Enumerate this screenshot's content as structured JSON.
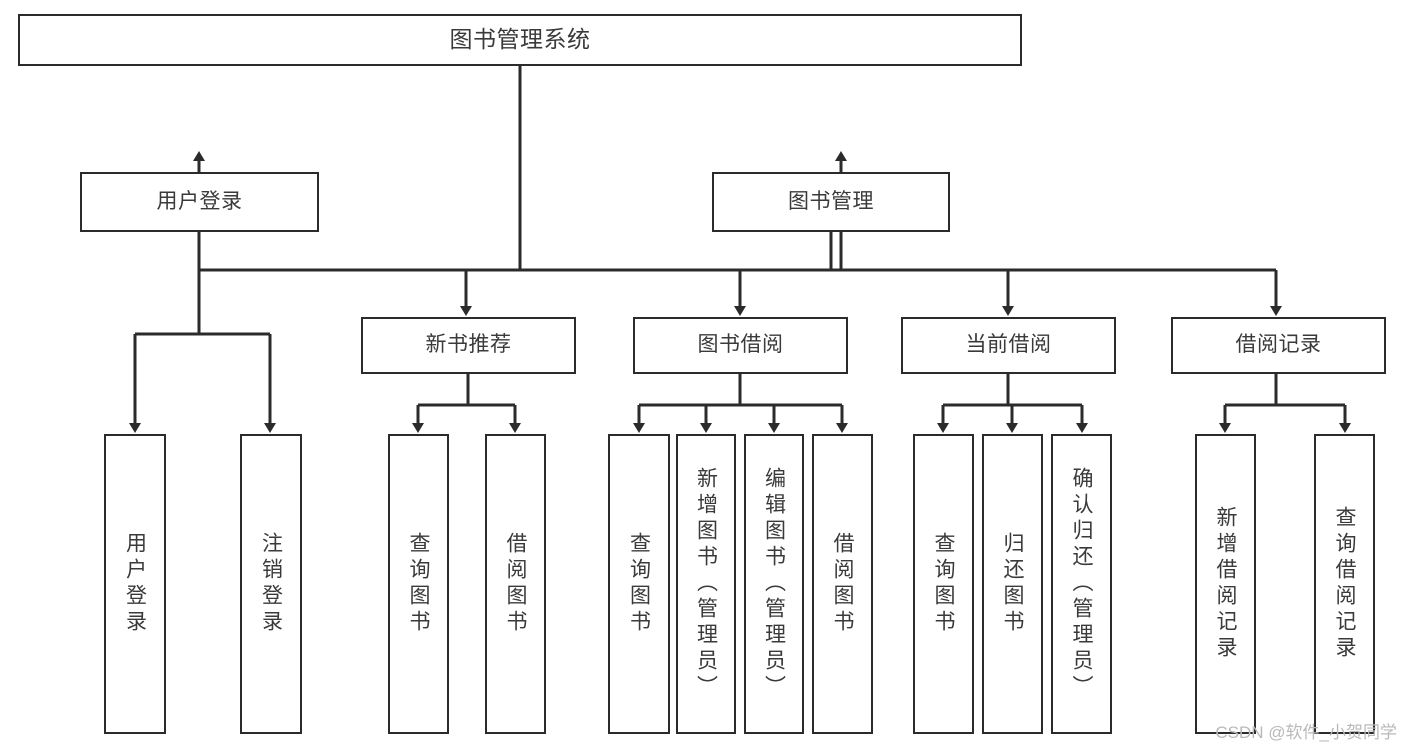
{
  "diagram": {
    "title": "图书管理系统",
    "type": "hierarchy-tree",
    "background_color": "#ffffff",
    "box_border_color": "#2b2b2b",
    "text_color": "#3a3a3a",
    "connector_color": "#2b2b2b"
  },
  "watermark": {
    "text": "CSDN @软件_小贺同学",
    "color": "#b9b9b9"
  },
  "nodes": {
    "root": {
      "label": "图书管理系统",
      "level": 0
    },
    "level1": [
      {
        "label": "用户登录",
        "level": 1
      },
      {
        "label": "图书管理",
        "level": 1
      }
    ],
    "level2": [
      {
        "label": "新书推荐",
        "level": 2
      },
      {
        "label": "图书借阅",
        "level": 2
      },
      {
        "label": "当前借阅",
        "level": 2
      },
      {
        "label": "借阅记录",
        "level": 2
      }
    ],
    "leaves": {
      "user_login": [
        {
          "label": "用户登录"
        },
        {
          "label": "注销登录"
        }
      ],
      "new_book_recommend": [
        {
          "label": "查询图书"
        },
        {
          "label": "借阅图书"
        }
      ],
      "book_borrow": [
        {
          "label": "查询图书"
        },
        {
          "label": "新增图书（管理员）"
        },
        {
          "label": "编辑图书（管理员）"
        },
        {
          "label": "借阅图书"
        }
      ],
      "current_borrow": [
        {
          "label": "查询图书"
        },
        {
          "label": "归还图书"
        },
        {
          "label": "确认归还（管理员）"
        }
      ],
      "borrow_record": [
        {
          "label": "新增借阅记录"
        },
        {
          "label": "查询借阅记录"
        }
      ]
    }
  }
}
